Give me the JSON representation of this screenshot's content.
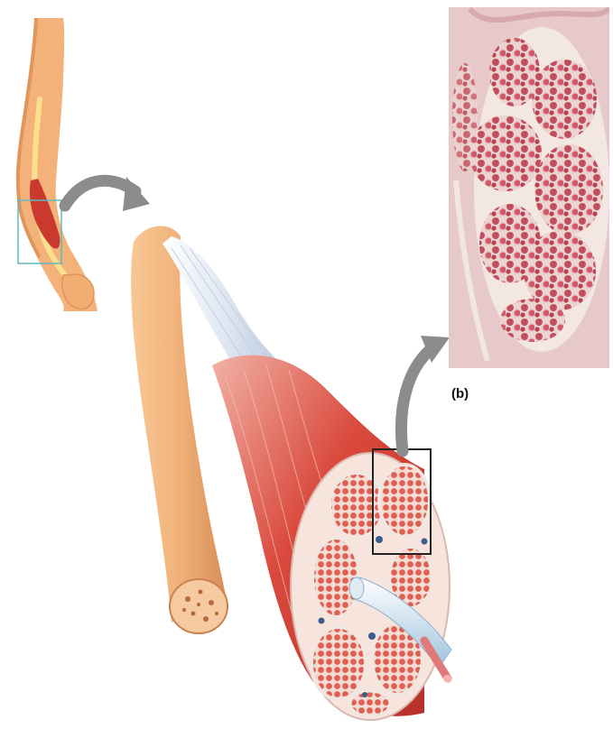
{
  "figure": {
    "panel_label": "(b)",
    "colors": {
      "skin": "#f3b27a",
      "skin_shadow": "#e0955a",
      "bone": "#f0b27a",
      "muscle": "#d9483b",
      "muscle_light": "#ee8f82",
      "fascicle": "#e46f62",
      "tendon": "#e8eef6",
      "sheath": "#f6e4dd",
      "micrograph_bg": "#e7c9c9",
      "micrograph_cell": "#c44c5b",
      "arrow": "#8c8c8c",
      "highlight_box": "#5fb8c4",
      "zoom_box": "#222222"
    },
    "icons": [
      "arm-illustration",
      "muscle-bundle-illustration",
      "micrograph-image",
      "zoom-arrow-icon"
    ]
  }
}
